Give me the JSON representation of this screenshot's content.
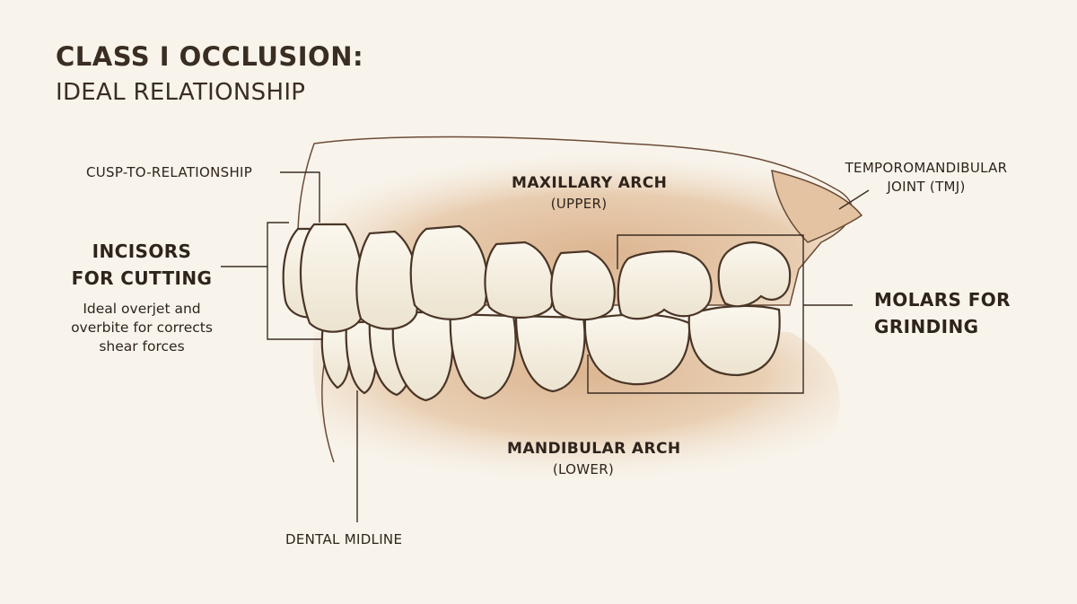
{
  "title": {
    "main": "CLASS I OCCLUSION:",
    "sub": "IDEAL RELATIONSHIP"
  },
  "labels": {
    "cusp": "CUSP-TO-RELATIONSHIP",
    "maxillary_name": "MAXILLARY ARCH",
    "maxillary_note": "(UPPER)",
    "tmj_line1": "TEMPOROMANDIBULAR",
    "tmj_line2": "JOINT (TMJ)",
    "incisors_line1": "INCISORS",
    "incisors_line2": "FOR CUTTING",
    "incisors_desc_line1": "Ideal overjet and",
    "incisors_desc_line2": "overbite for corrects",
    "incisors_desc_line3": "shear forces",
    "molars_line1": "MOLARS FOR",
    "molars_line2": "GRINDING",
    "mandibular_name": "MANDIBULAR ARCH",
    "mandibular_note": "(LOWER)",
    "midline": "DENTAL MIDLINE"
  },
  "colors": {
    "background": "#f8f4ec",
    "gum": "#e6c7a6",
    "tooth": "#f7f1e3",
    "outline": "#4a3526",
    "text": "#2e241c"
  }
}
